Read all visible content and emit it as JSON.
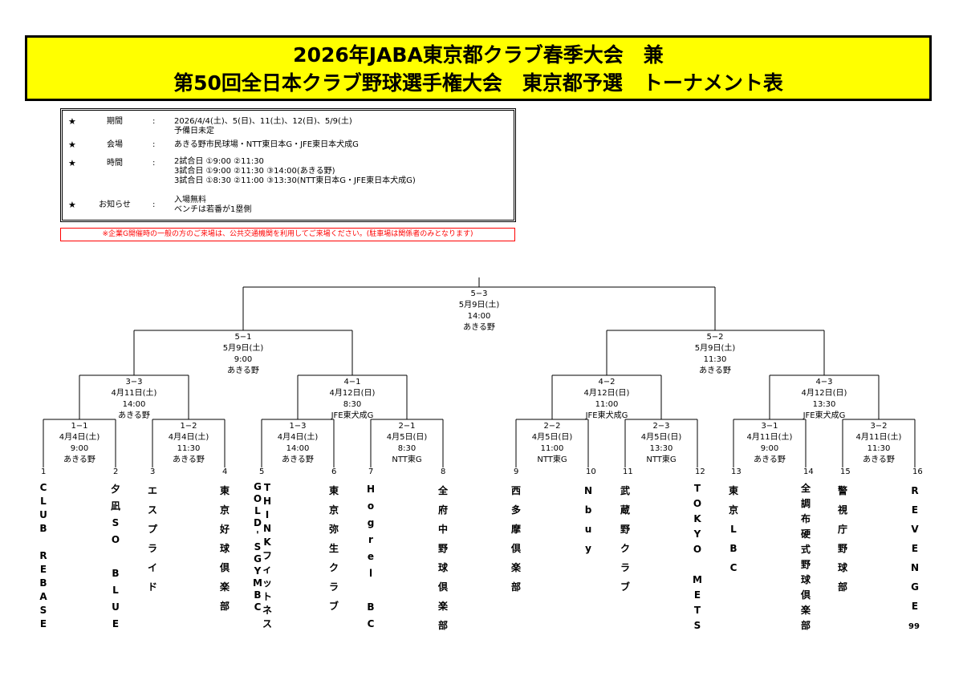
{
  "header": {
    "title_line1": "2026年JABA東京都クラブ春季大会　兼",
    "title_line2": "第50回全日本クラブ野球選手権大会　東京都予選　トーナメント表"
  },
  "info": {
    "star": "★",
    "colon": ":",
    "rows": [
      {
        "label": "期間",
        "values": [
          "2026/4/4(土)、5(日)、11(土)、12(日)、5/9(土)",
          "予備日未定"
        ]
      },
      {
        "label": "会場",
        "values": [
          "あきる野市民球場・NTT東日本G・JFE東日本犬成G"
        ]
      },
      {
        "label": "時間",
        "values": [
          "2試合日 ①9:00 ②11:30",
          "3試合日 ①9:00 ②11:30 ③14:00(あきる野)",
          "3試合日 ①8:30 ②11:00 ③13:30(NTT東日本G・JFE東日本犬成G)"
        ]
      },
      {
        "label": "お知らせ",
        "values": [
          "入場無料",
          "ベンチは若番が1塁側"
        ]
      }
    ]
  },
  "notice": "※企業G開催時の一般の方のご来場は、公共交通機関を利用してご来場ください。(駐車場は関係者のみとなります)",
  "matches": [
    {
      "id": "5−3",
      "date": "5月9日(土)",
      "time": "14:00",
      "venue": "あきる野"
    },
    {
      "id": "5−1",
      "date": "5月9日(土)",
      "time": "9:00",
      "venue": "あきる野"
    },
    {
      "id": "5−2",
      "date": "5月9日(土)",
      "time": "11:30",
      "venue": "あきる野"
    },
    {
      "id": "3−3",
      "date": "4月11日(土)",
      "time": "14:00",
      "venue": "あきる野"
    },
    {
      "id": "4−1",
      "date": "4月12日(日)",
      "time": "8:30",
      "venue": "JFE東犬成G"
    },
    {
      "id": "4−2",
      "date": "4月12日(日)",
      "time": "11:00",
      "venue": "JFE東犬成G"
    },
    {
      "id": "4−3",
      "date": "4月12日(日)",
      "time": "13:30",
      "venue": "JFE東犬成G"
    },
    {
      "id": "1−1",
      "date": "4月4日(土)",
      "time": "9:00",
      "venue": "あきる野"
    },
    {
      "id": "1−2",
      "date": "4月4日(土)",
      "time": "11:30",
      "venue": "あきる野"
    },
    {
      "id": "1−3",
      "date": "4月4日(土)",
      "time": "14:00",
      "venue": "あきる野"
    },
    {
      "id": "2−1",
      "date": "4月5日(日)",
      "time": "8:30",
      "venue": "NTT東G"
    },
    {
      "id": "2−2",
      "date": "4月5日(日)",
      "time": "11:00",
      "venue": "NTT東G"
    },
    {
      "id": "2−3",
      "date": "4月5日(日)",
      "time": "13:30",
      "venue": "NTT東G"
    },
    {
      "id": "3−1",
      "date": "4月11日(土)",
      "time": "9:00",
      "venue": "あきる野"
    },
    {
      "id": "3−2",
      "date": "4月11日(土)",
      "time": "11:30",
      "venue": "あきる野"
    }
  ],
  "teams": [
    {
      "num": "1",
      "name": "CLUB REBASE"
    },
    {
      "num": "2",
      "name": "夕凪SO BLUE"
    },
    {
      "num": "3",
      "name": "エスプライド"
    },
    {
      "num": "4",
      "name": "東京好球倶楽部"
    },
    {
      "num": "5",
      "name": "THINKフィットネス GOLD'S GYM BC"
    },
    {
      "num": "6",
      "name": "東京弥生クラブ"
    },
    {
      "num": "7",
      "name": "Hogrel BC"
    },
    {
      "num": "8",
      "name": "全府中野球倶楽部"
    },
    {
      "num": "9",
      "name": "西多摩倶楽部"
    },
    {
      "num": "10",
      "name": "Nbuy"
    },
    {
      "num": "11",
      "name": "武蔵野クラブ"
    },
    {
      "num": "12",
      "name": "TOKYO METS"
    },
    {
      "num": "13",
      "name": "東京LBC"
    },
    {
      "num": "14",
      "name": "全調布硬式野球倶楽部"
    },
    {
      "num": "15",
      "name": "警視庁野球部"
    },
    {
      "num": "16",
      "name": "REVENGE"
    }
  ],
  "page_number": "99"
}
